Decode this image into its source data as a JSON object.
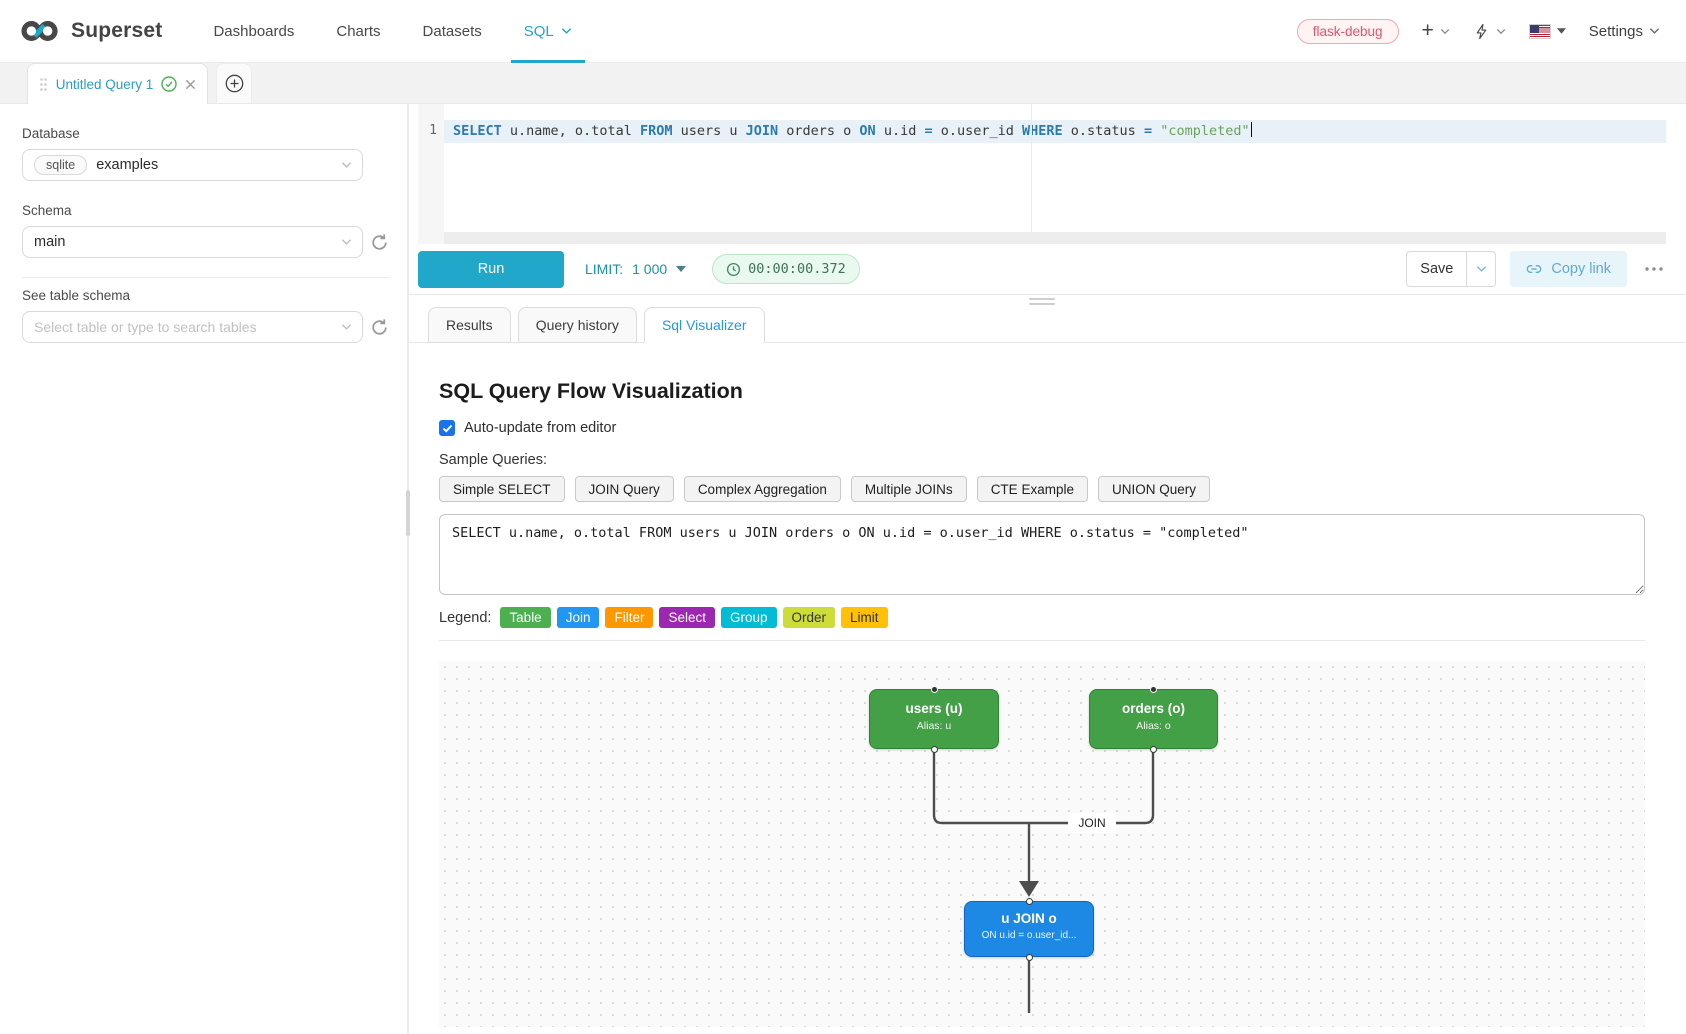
{
  "navbar": {
    "brand": "Superset",
    "accent_color": "#20a7c9",
    "items": [
      {
        "label": "Dashboards"
      },
      {
        "label": "Charts"
      },
      {
        "label": "Datasets"
      },
      {
        "label": "SQL"
      }
    ],
    "environment_tag": "flask-debug",
    "settings_label": "Settings"
  },
  "query_tab": {
    "title": "Untitled Query 1"
  },
  "sidebar": {
    "database_label": "Database",
    "database_engine": "sqlite",
    "database_value": "examples",
    "schema_label": "Schema",
    "schema_value": "main",
    "table_label": "See table schema",
    "table_placeholder": "Select table or type to search tables"
  },
  "editor": {
    "line_number": "1",
    "tokens": [
      {
        "t": "kw",
        "v": "SELECT"
      },
      {
        "t": "id",
        "v": " u.name, o.total "
      },
      {
        "t": "kw",
        "v": "FROM"
      },
      {
        "t": "id",
        "v": " users u "
      },
      {
        "t": "kw",
        "v": "JOIN"
      },
      {
        "t": "id",
        "v": " orders o "
      },
      {
        "t": "kw",
        "v": "ON"
      },
      {
        "t": "id",
        "v": " u.id "
      },
      {
        "t": "op",
        "v": "="
      },
      {
        "t": "id",
        "v": " o.user_id "
      },
      {
        "t": "kw",
        "v": "WHERE"
      },
      {
        "t": "id",
        "v": " o.status "
      },
      {
        "t": "op",
        "v": "="
      },
      {
        "t": "id",
        "v": " "
      },
      {
        "t": "str",
        "v": "\"completed\""
      }
    ]
  },
  "toolbar": {
    "run_label": "Run",
    "limit_label": "LIMIT:",
    "limit_value": "1 000",
    "timer": "00:00:00.372",
    "save_label": "Save",
    "copy_link_label": "Copy link"
  },
  "result_tabs": [
    {
      "label": "Results"
    },
    {
      "label": "Query history"
    },
    {
      "label": "Sql Visualizer"
    }
  ],
  "visualizer": {
    "title": "SQL Query Flow Visualization",
    "auto_update_label": "Auto-update from editor",
    "auto_update_checked": true,
    "sample_queries_label": "Sample Queries:",
    "sample_buttons": [
      "Simple SELECT",
      "JOIN Query",
      "Complex Aggregation",
      "Multiple JOINs",
      "CTE Example",
      "UNION Query"
    ],
    "query_text": "SELECT u.name, o.total FROM users u JOIN orders o ON u.id = o.user_id WHERE o.status = \"completed\"",
    "legend_label": "Legend:",
    "legend": [
      {
        "label": "Table",
        "color": "#4caf50",
        "text_color": "#ffffff"
      },
      {
        "label": "Join",
        "color": "#2196f3",
        "text_color": "#ffffff"
      },
      {
        "label": "Filter",
        "color": "#ff9800",
        "text_color": "#ffffff"
      },
      {
        "label": "Select",
        "color": "#9c27b0",
        "text_color": "#ffffff"
      },
      {
        "label": "Group",
        "color": "#00bcd4",
        "text_color": "#ffffff"
      },
      {
        "label": "Order",
        "color": "#cddc39",
        "text_color": "#333333"
      },
      {
        "label": "Limit",
        "color": "#ffc107",
        "text_color": "#333333"
      }
    ],
    "flow": {
      "edge_label": "JOIN",
      "nodes": [
        {
          "title": "users (u)",
          "subtitle": "Alias: u",
          "color": "#43a047"
        },
        {
          "title": "orders (o)",
          "subtitle": "Alias: o",
          "color": "#43a047"
        },
        {
          "title": "u JOIN o",
          "subtitle": "ON u.id = o.user_id...",
          "color": "#1e88e5"
        }
      ]
    }
  }
}
